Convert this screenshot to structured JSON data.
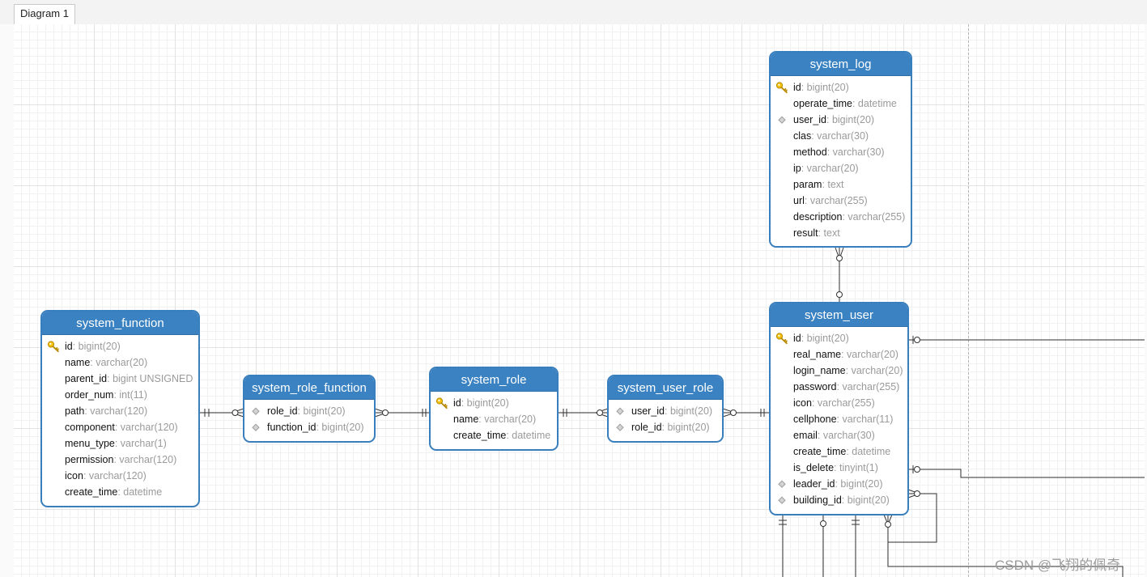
{
  "tab": {
    "label": "Diagram 1"
  },
  "watermark": "CSDN @飞翔的佩奇",
  "entities": {
    "system_log": {
      "title": "system_log",
      "fields": [
        {
          "name": "id",
          "type": ": bigint(20)",
          "key": "primary"
        },
        {
          "name": "operate_time",
          "type": ": datetime",
          "key": ""
        },
        {
          "name": "user_id",
          "type": ": bigint(20)",
          "key": "foreign"
        },
        {
          "name": "clas",
          "type": ": varchar(30)",
          "key": ""
        },
        {
          "name": "method",
          "type": ": varchar(30)",
          "key": ""
        },
        {
          "name": "ip",
          "type": ": varchar(20)",
          "key": ""
        },
        {
          "name": "param",
          "type": ": text",
          "key": ""
        },
        {
          "name": "url",
          "type": ": varchar(255)",
          "key": ""
        },
        {
          "name": "description",
          "type": ": varchar(255)",
          "key": ""
        },
        {
          "name": "result",
          "type": ": text",
          "key": ""
        }
      ]
    },
    "system_function": {
      "title": "system_function",
      "fields": [
        {
          "name": "id",
          "type": ": bigint(20)",
          "key": "primary"
        },
        {
          "name": "name",
          "type": ": varchar(20)",
          "key": ""
        },
        {
          "name": "parent_id",
          "type": ": bigint UNSIGNED",
          "key": ""
        },
        {
          "name": "order_num",
          "type": ": int(11)",
          "key": ""
        },
        {
          "name": "path",
          "type": ": varchar(120)",
          "key": ""
        },
        {
          "name": "component",
          "type": ": varchar(120)",
          "key": ""
        },
        {
          "name": "menu_type",
          "type": ": varchar(1)",
          "key": ""
        },
        {
          "name": "permission",
          "type": ": varchar(120)",
          "key": ""
        },
        {
          "name": "icon",
          "type": ": varchar(120)",
          "key": ""
        },
        {
          "name": "create_time",
          "type": ": datetime",
          "key": ""
        }
      ]
    },
    "system_role_function": {
      "title": "system_role_function",
      "fields": [
        {
          "name": "role_id",
          "type": ": bigint(20)",
          "key": "foreign"
        },
        {
          "name": "function_id",
          "type": ": bigint(20)",
          "key": "foreign"
        }
      ]
    },
    "system_role": {
      "title": "system_role",
      "fields": [
        {
          "name": "id",
          "type": ": bigint(20)",
          "key": "primary"
        },
        {
          "name": "name",
          "type": ": varchar(20)",
          "key": ""
        },
        {
          "name": "create_time",
          "type": ": datetime",
          "key": ""
        }
      ]
    },
    "system_user_role": {
      "title": "system_user_role",
      "fields": [
        {
          "name": "user_id",
          "type": ": bigint(20)",
          "key": "foreign"
        },
        {
          "name": "role_id",
          "type": ": bigint(20)",
          "key": "foreign"
        }
      ]
    },
    "system_user": {
      "title": "system_user",
      "fields": [
        {
          "name": "id",
          "type": ": bigint(20)",
          "key": "primary"
        },
        {
          "name": "real_name",
          "type": ": varchar(20)",
          "key": ""
        },
        {
          "name": "login_name",
          "type": ": varchar(20)",
          "key": ""
        },
        {
          "name": "password",
          "type": ": varchar(255)",
          "key": ""
        },
        {
          "name": "icon",
          "type": ": varchar(255)",
          "key": ""
        },
        {
          "name": "cellphone",
          "type": ": varchar(11)",
          "key": ""
        },
        {
          "name": "email",
          "type": ": varchar(30)",
          "key": ""
        },
        {
          "name": "create_time",
          "type": ": datetime",
          "key": ""
        },
        {
          "name": "is_delete",
          "type": ": tinyint(1)",
          "key": ""
        },
        {
          "name": "leader_id",
          "type": ": bigint(20)",
          "key": "foreign"
        },
        {
          "name": "building_id",
          "type": ": bigint(20)",
          "key": "foreign"
        }
      ]
    }
  }
}
